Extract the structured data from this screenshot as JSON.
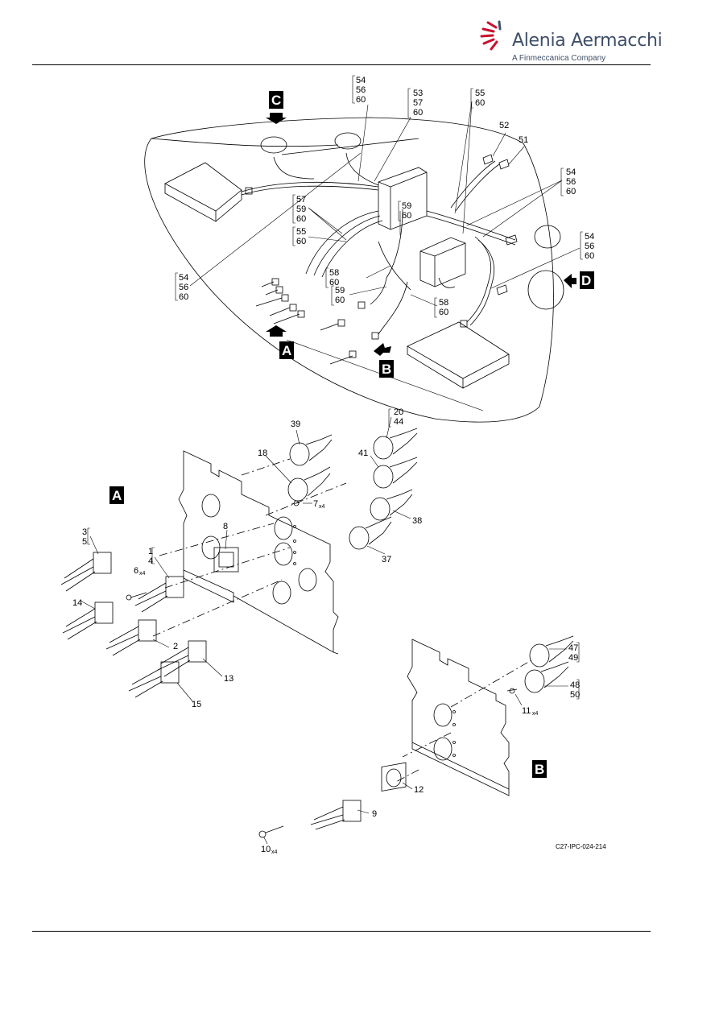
{
  "header": {
    "brand_name": "Alenia Aermacchi",
    "brand_tagline": "A Finmeccanica Company",
    "brand_color": "#3f4f68",
    "accent_color": "#c8102e",
    "logo_icon": "aermacchi-swoosh-logo-icon"
  },
  "figure": {
    "view_labels": {
      "a_callout": "A",
      "b_callout": "B",
      "c_callout": "C",
      "d_callout": "D",
      "a_view_title": "A",
      "b_view_title": "B"
    },
    "overview_callouts": {
      "c1": [
        "54",
        "56",
        "60"
      ],
      "c2": [
        "53",
        "57",
        "60"
      ],
      "c3": [
        "55",
        "60"
      ],
      "c4": "52",
      "c5": "51",
      "c6": [
        "54",
        "56",
        "60"
      ],
      "c7": [
        "57",
        "59",
        "60"
      ],
      "c8": [
        "59",
        "60"
      ],
      "c9": [
        "55",
        "60"
      ],
      "c10": [
        "54",
        "56",
        "60"
      ],
      "c11": [
        "54",
        "56",
        "60"
      ],
      "c12": [
        "58",
        "60"
      ],
      "c13": [
        "59",
        "60"
      ],
      "c14": [
        "58",
        "60"
      ]
    },
    "view_a_callouts": {
      "i39": "39",
      "i20_44": [
        "20",
        "44"
      ],
      "i18": "18",
      "i41": "41",
      "i7": "7",
      "i7_qty": "x4",
      "i38": "38",
      "i8": "8",
      "i37": "37",
      "i3_5": [
        "3",
        "5"
      ],
      "i1_4": [
        "1",
        "4"
      ],
      "i6": "6",
      "i6_qty": "x4",
      "i14": "14",
      "i2": "2",
      "i13": "13",
      "i15": "15"
    },
    "view_b_callouts": {
      "i47_49": [
        "47",
        "49"
      ],
      "i48_50": [
        "48",
        "50"
      ],
      "i11": "11",
      "i11_qty": "x4",
      "i12": "12",
      "i9": "9",
      "i10": "10",
      "i10_qty": "x4"
    },
    "document_reference": "C27-IPC-024-214"
  }
}
